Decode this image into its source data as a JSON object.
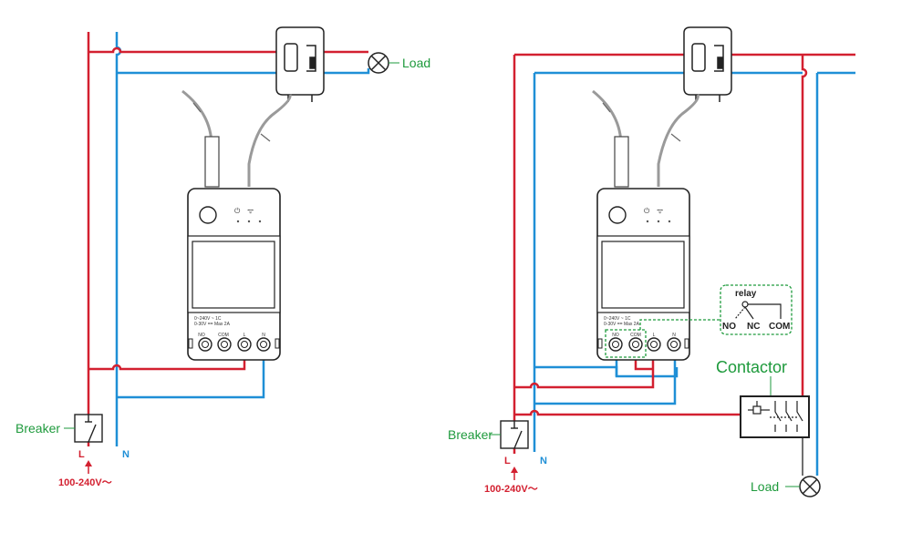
{
  "colors": {
    "live": "#d32030",
    "neutral": "#1f8fd6",
    "label": "#1e9a3c",
    "device": "#222222",
    "cable": "#9a9a9a"
  },
  "left": {
    "load_label": "Load",
    "breaker_label": "Breaker",
    "l_label": "L",
    "n_label": "N",
    "voltage_label": "100-240V～",
    "terminals": [
      "NO",
      "COM",
      "L",
      "N"
    ],
    "spec_line1": "0~240V ~ 1C",
    "spec_line2": "0-30V == Max 2A"
  },
  "right": {
    "load_label": "Load",
    "breaker_label": "Breaker",
    "l_label": "L",
    "n_label": "N",
    "voltage_label": "100-240V～",
    "contactor_label": "Contactor",
    "relay_title": "relay",
    "relay_no": "NO",
    "relay_nc": "NC",
    "relay_com": "COM",
    "terminals": [
      "NO",
      "COM",
      "L",
      "N"
    ],
    "spec_line1": "0~240V ~ 1C",
    "spec_line2": "0-30V == Max 2A"
  }
}
